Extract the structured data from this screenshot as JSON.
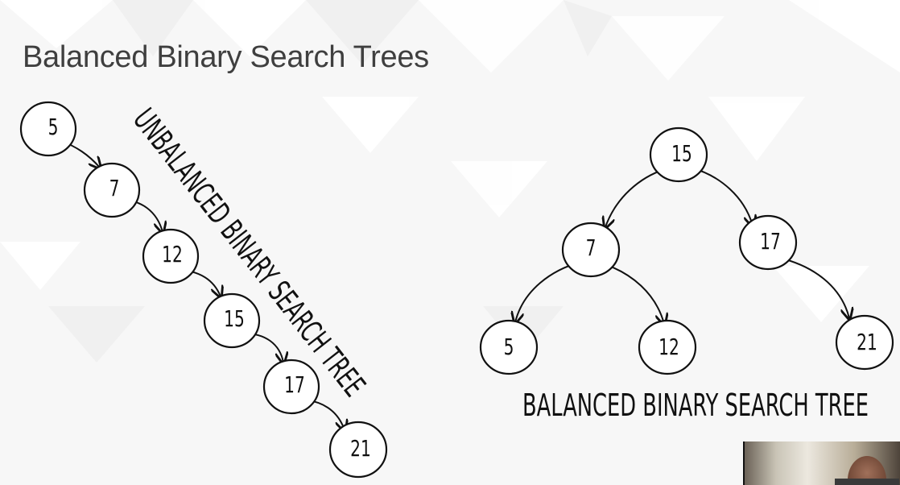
{
  "slide": {
    "title": "Balanced Binary Search Trees"
  },
  "unbalanced_tree": {
    "caption": "UNBALANCED BINARY SEARCH TREE",
    "nodes": [
      "5",
      "7",
      "12",
      "15",
      "17",
      "21"
    ]
  },
  "balanced_tree": {
    "caption": "BALANCED BINARY SEARCH TREE",
    "root": "15",
    "level1": [
      "7",
      "17"
    ],
    "level2": [
      "5",
      "12",
      "21"
    ]
  },
  "webcam": {
    "description": "presenter"
  },
  "colors": {
    "ink": "#111111",
    "title": "#3f3f3f",
    "background": "#f7f7f7"
  }
}
